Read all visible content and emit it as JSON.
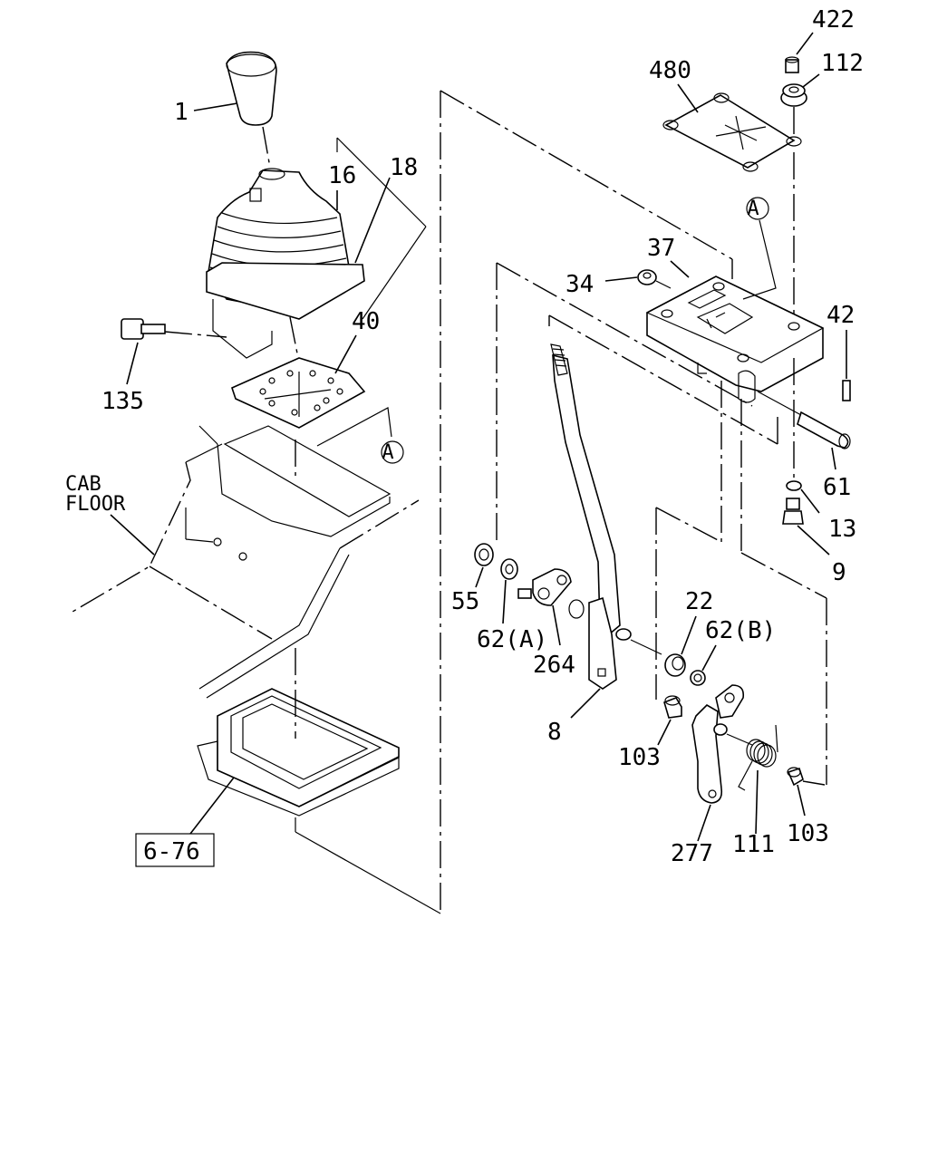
{
  "labels": {
    "p1": "1",
    "p16": "16",
    "p18": "18",
    "p40": "40",
    "p135": "135",
    "cab_line1": "CAB",
    "cab_line2": "FLOOR",
    "ref_box": "6-76",
    "p422": "422",
    "p112": "112",
    "p480": "480",
    "p37": "37",
    "p34": "34",
    "p42": "42",
    "p61": "61",
    "p13": "13",
    "p9": "9",
    "p55": "55",
    "p62a": "62(A)",
    "p264": "264",
    "p22": "22",
    "p62b": "62(B)",
    "p8": "8",
    "p103a": "103",
    "p103b": "103",
    "p277": "277",
    "p111": "111",
    "circle_a": "A"
  }
}
